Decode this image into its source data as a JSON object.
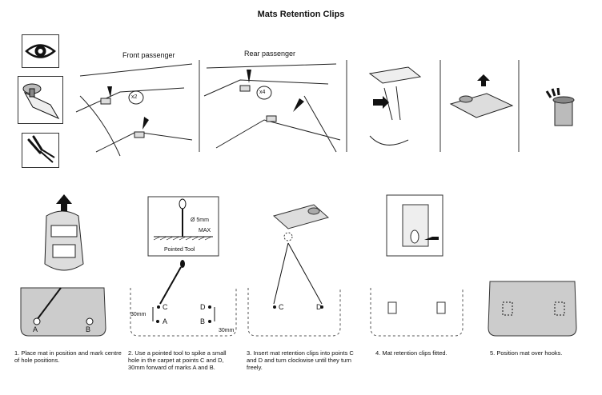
{
  "title": "Mats Retention Clips",
  "top": {
    "front_label": "Front passenger",
    "rear_label": "Rear passenger",
    "front_count": "x2",
    "rear_count": "x4"
  },
  "tool_box": {
    "diameter": "Ø 5mm",
    "max": "MAX",
    "tool_label": "Pointed Tool"
  },
  "points": {
    "a": "A",
    "b": "B",
    "c": "C",
    "d": "D",
    "dist_left": "30mm",
    "dist_right": "30mm"
  },
  "steps": [
    {
      "text": "1. Place mat in position and mark centre of hole positions."
    },
    {
      "text": "2. Use a pointed tool to spike a small hole in the carpet at points C and D, 30mm forward of marks A and B."
    },
    {
      "text": "3. Insert mat retention clips into points C and D and turn clockwise until they turn freely."
    },
    {
      "text": "4. Mat retention clips fitted."
    },
    {
      "text": "5. Position mat over hooks."
    }
  ],
  "icons": [
    "eye-icon",
    "clip-icon",
    "pliers-icon",
    "bin-icon"
  ]
}
